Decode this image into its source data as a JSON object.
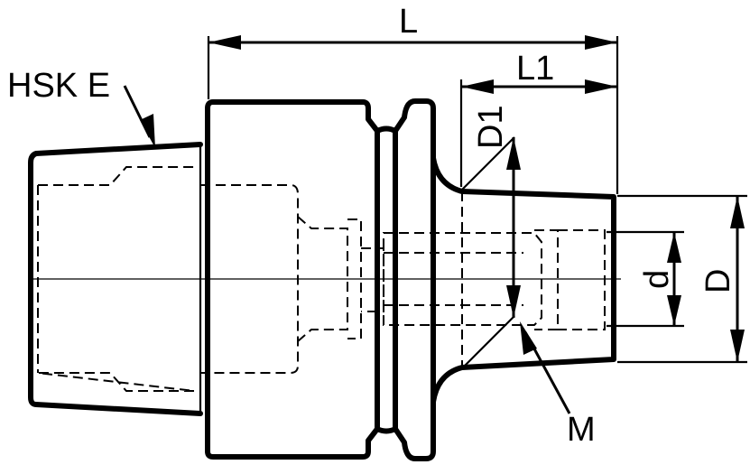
{
  "labels": {
    "L": "L",
    "L1": "L1",
    "D1": "D1",
    "HSK": "HSK E",
    "d": "d",
    "D": "D",
    "M": "M"
  }
}
